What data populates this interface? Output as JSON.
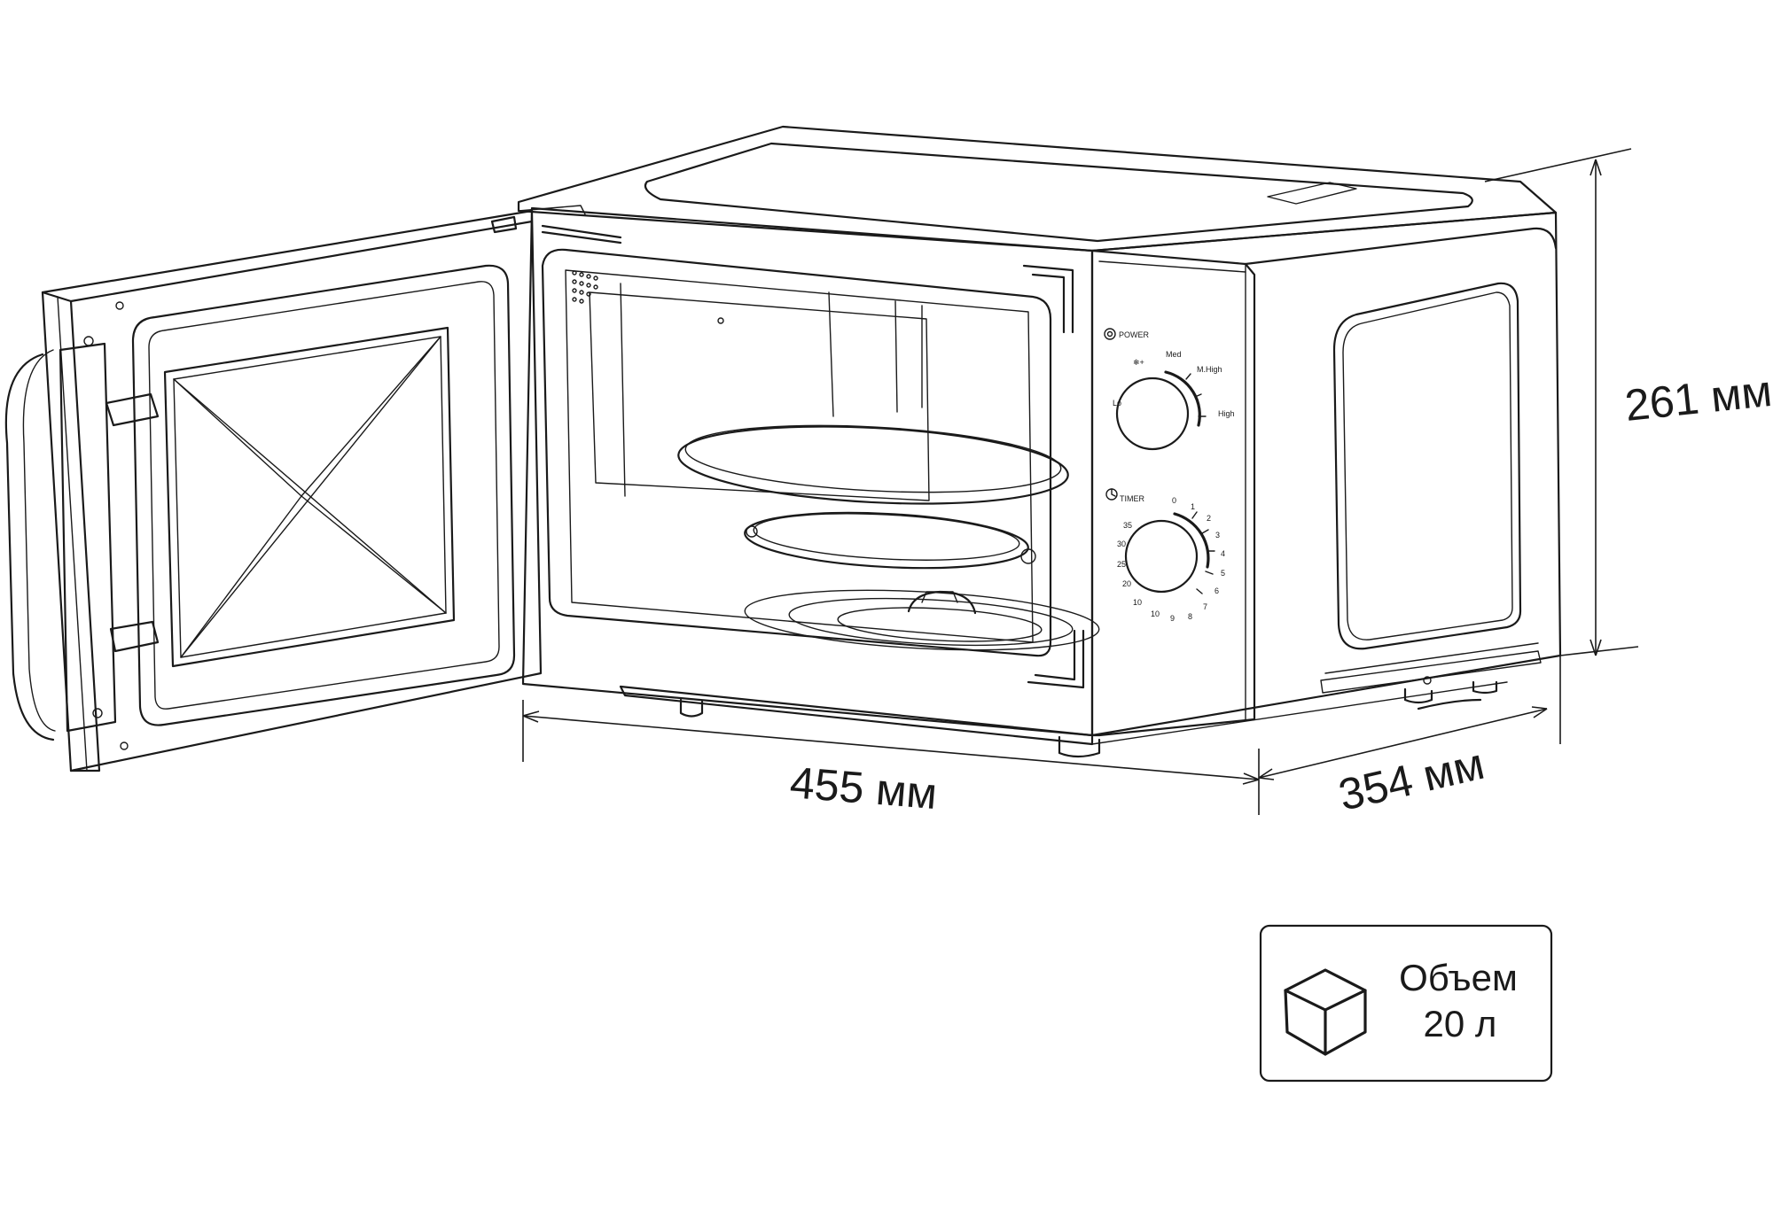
{
  "dimensions": {
    "width": "455 мм",
    "depth": "354 мм",
    "height": "261 мм"
  },
  "control_panel": {
    "power_label": "POWER",
    "timer_label": "TIMER",
    "power_levels": {
      "defrost": "❄+",
      "lo": "Lo",
      "med": "Med",
      "m_high": "M.High",
      "high": "High"
    },
    "timer_marks": [
      "0",
      "1",
      "2",
      "3",
      "4",
      "5",
      "6",
      "7",
      "8",
      "9",
      "10",
      "10",
      "15",
      "20",
      "25",
      "30",
      "35"
    ]
  },
  "volume_badge": {
    "label": "Объем",
    "value": "20 л",
    "icon": "cube-icon"
  }
}
